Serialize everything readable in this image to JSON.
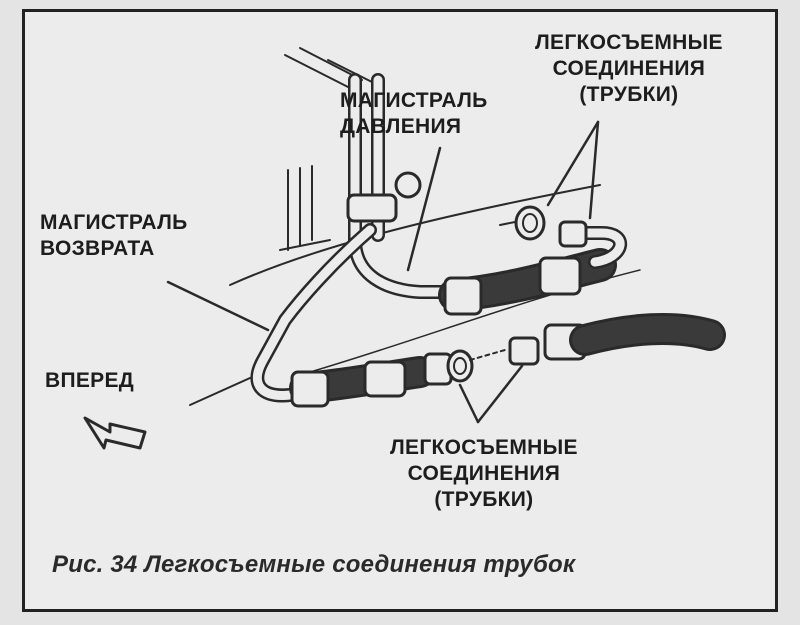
{
  "labels": {
    "top_connections": [
      "ЛЕГКОСЪЕМНЫЕ",
      "СОЕДИНЕНИЯ",
      "(ТРУБКИ)"
    ],
    "pressure_line": [
      "МАГИСТРАЛЬ",
      "ДАВЛЕНИЯ"
    ],
    "return_line": [
      "МАГИСТРАЛЬ",
      "ВОЗВРАТА"
    ],
    "forward": "ВПЕРЕД",
    "bottom_connections": [
      "ЛЕГКОСЪЕМНЫЕ",
      "СОЕДИНЕНИЯ",
      "(ТРУБКИ)"
    ]
  },
  "caption": "Рис. 34 Легкосъемные соединения трубок"
}
